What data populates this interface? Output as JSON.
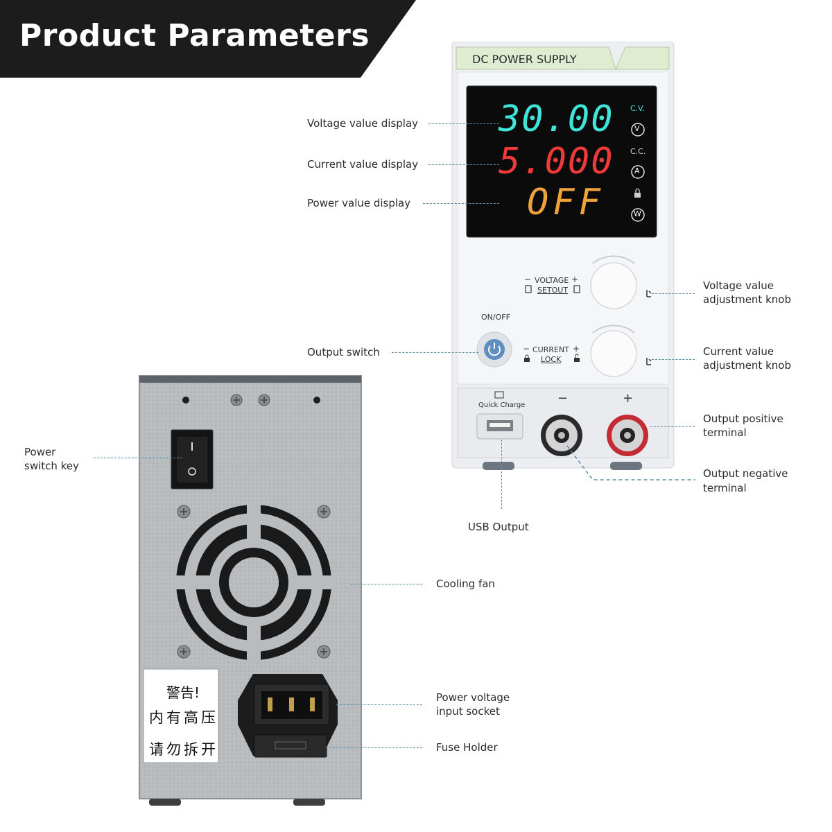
{
  "header": {
    "title": "Product Parameters"
  },
  "front_panel": {
    "brand_label": "DC POWER SUPPLY",
    "display": {
      "voltage": "30.00",
      "current": "5.000",
      "power": "OFF",
      "cv_indicator": "C.V.",
      "cc_indicator": "C.C.",
      "v_unit": "V",
      "a_unit": "A",
      "w_unit": "W"
    },
    "voltage_knob_label": "VOLTAGE",
    "voltage_knob_sublabel": "SETOUT",
    "current_knob_label": "CURRENT",
    "current_knob_sublabel": "LOCK",
    "minus_sign": "−",
    "plus_sign": "+",
    "on_off_label": "ON/OFF",
    "quick_charge_label": "Quick Charge",
    "terminal_negative_label": "−",
    "terminal_positive_label": "+"
  },
  "back_panel": {
    "warning_title": "警告!",
    "warning_line1": "内有高压",
    "warning_line2": "请勿拆开"
  },
  "callouts": {
    "voltage_display": "Voltage value display",
    "current_display": "Current value display",
    "power_display": "Power value display",
    "voltage_knob_1": "Voltage value",
    "voltage_knob_2": "adjustment knob",
    "output_switch": "Output switch",
    "current_knob_1": "Current value",
    "current_knob_2": "adjustment knob",
    "pos_terminal_1": "Output positive",
    "pos_terminal_2": "terminal",
    "neg_terminal_1": "Output negative",
    "neg_terminal_2": "terminal",
    "usb_output": "USB Output",
    "power_switch_1": "Power",
    "power_switch_2": "switch key",
    "cooling_fan": "Cooling fan",
    "input_socket_1": "Power voltage",
    "input_socket_2": "input socket",
    "fuse_holder": "Fuse Holder"
  },
  "colors": {
    "banner": "#1c1c1c",
    "leader": "#5a8fa6",
    "voltage_digits": "#3fe6d8",
    "current_digits": "#f03a3a",
    "power_digits": "#f0a23a",
    "panel_body": "#f2f3f5",
    "label_plate": "#dfeccf"
  }
}
